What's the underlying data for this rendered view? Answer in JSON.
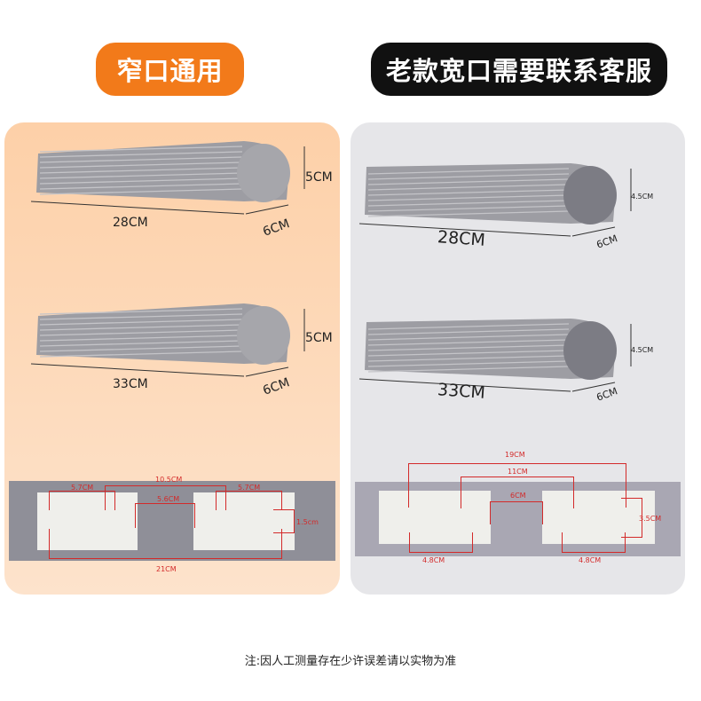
{
  "headers": {
    "left": "窄口通用",
    "right": "老款宽口需要联系客服"
  },
  "colors": {
    "orange": "#f27a1a",
    "black": "#111111",
    "left_panel": "#fcd5b2",
    "right_panel": "#e6e6e9",
    "sponge": "#9d9da3",
    "measure_red": "#d32a2a"
  },
  "left": {
    "sponges": [
      {
        "length": "28CM",
        "height": "5CM",
        "width": "6CM"
      },
      {
        "length": "33CM",
        "height": "5CM",
        "width": "6CM"
      }
    ],
    "clip": {
      "a": "5.7CM",
      "b": "10.5CM",
      "c": "5.7CM",
      "d": "5.6CM",
      "e": "1.5cm",
      "f": "21CM"
    }
  },
  "right": {
    "sponges": [
      {
        "length": "28CM",
        "height": "4.5CM",
        "width": "6CM"
      },
      {
        "length": "33CM",
        "height": "4.5CM",
        "width": "6CM"
      }
    ],
    "clip": {
      "a": "19CM",
      "b": "11CM",
      "c": "6CM",
      "d": "3.5CM",
      "e": "4.8CM",
      "f": "4.8CM"
    }
  },
  "footnote": "注:因人工测量存在少许误差请以实物为准"
}
